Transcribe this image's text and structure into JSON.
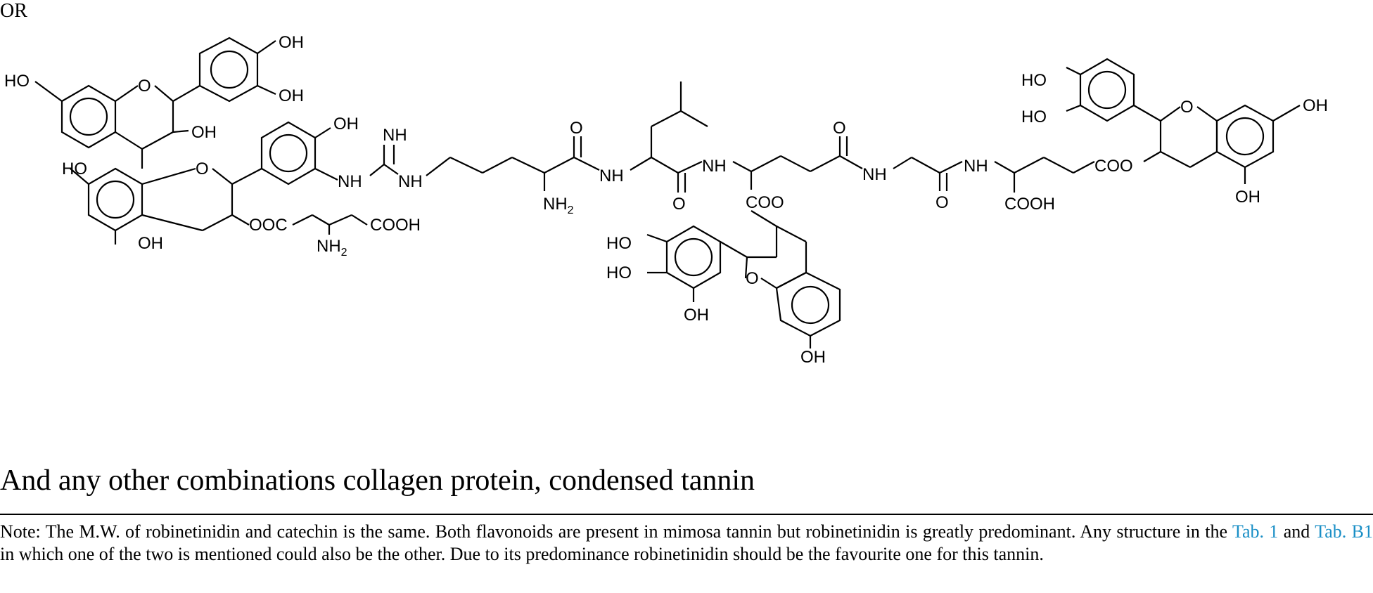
{
  "header": {
    "or_label": "OR"
  },
  "structure": {
    "atoms": {
      "oh": "OH",
      "ho": "HO",
      "o": "O",
      "nh": "NH",
      "nh_left": "NH",
      "nh2_base": "NH",
      "nh2_sub": "2",
      "ooc": "OOC",
      "coo": "COO",
      "cooh": "COOH"
    }
  },
  "caption": "And any other combinations collagen protein, condensed tannin",
  "note": {
    "part1": "Note: The M.W. of robinetinidin and catechin is the same. Both flavonoids are present in mimosa tannin but robinetinidin is greatly predominant. Any structure in the ",
    "link1": "Tab. 1",
    "part2": " and ",
    "link2": "Tab. B1",
    "part3": " in which one of the two is mentioned could also be the other. Due to its predominance robinetinidin should be the favourite one for this tannin."
  }
}
